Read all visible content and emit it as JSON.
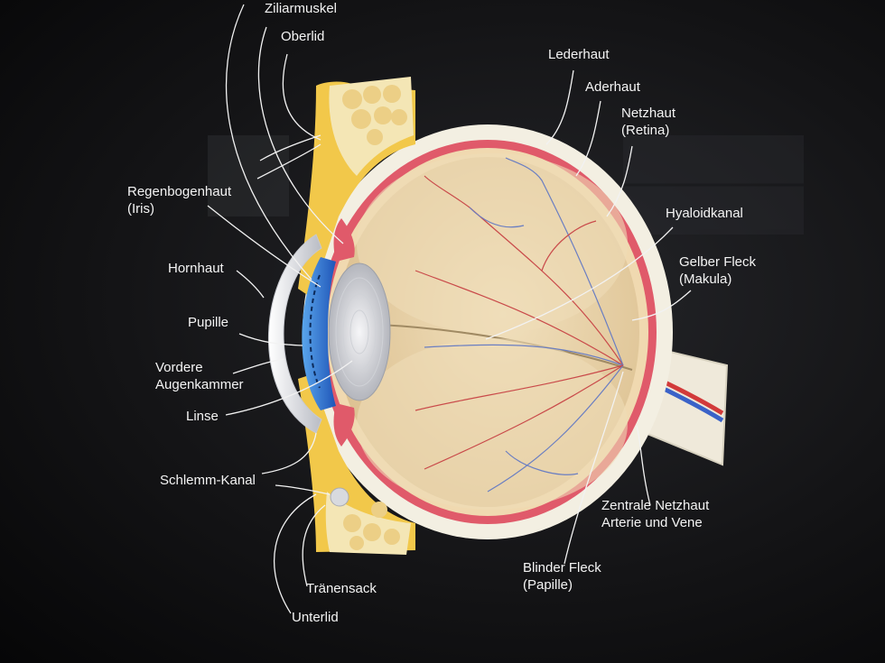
{
  "labels": {
    "ziliarmuskel": "Ziliarmuskel",
    "oberlid": "Oberlid",
    "lederhaut": "Lederhaut",
    "aderhaut": "Aderhaut",
    "netzhaut": "Netzhaut",
    "netzhaut_sub": "(Retina)",
    "regenbogenhaut": "Regenbogenhaut",
    "regenbogenhaut_sub": "(Iris)",
    "hyaloidkanal": "Hyaloidkanal",
    "gelber_fleck": "Gelber Fleck",
    "gelber_fleck_sub": "(Makula)",
    "hornhaut": "Hornhaut",
    "pupille": "Pupille",
    "vordere": "Vordere",
    "augenkammer": "Augenkammer",
    "linse": "Linse",
    "schlemm_kanal": "Schlemm-Kanal",
    "zentrale_netzhaut": "Zentrale Netzhaut",
    "arterie_vene": "Arterie und Vene",
    "blinder_fleck": "Blinder Fleck",
    "blinder_fleck_sub": "(Papille)",
    "traenensack": "Tränensack",
    "unterlid": "Unterlid"
  },
  "colors": {
    "background": "#141416",
    "sclera": "#f3efe2",
    "choroid": "#e05a6a",
    "vitreous": "#e8d3a8",
    "iris": "#2f6fd0",
    "lid_fat": "#f2c84a",
    "artery": "#d23a3a",
    "vein": "#3a62c8",
    "leader_line": "#f2f2f2"
  }
}
